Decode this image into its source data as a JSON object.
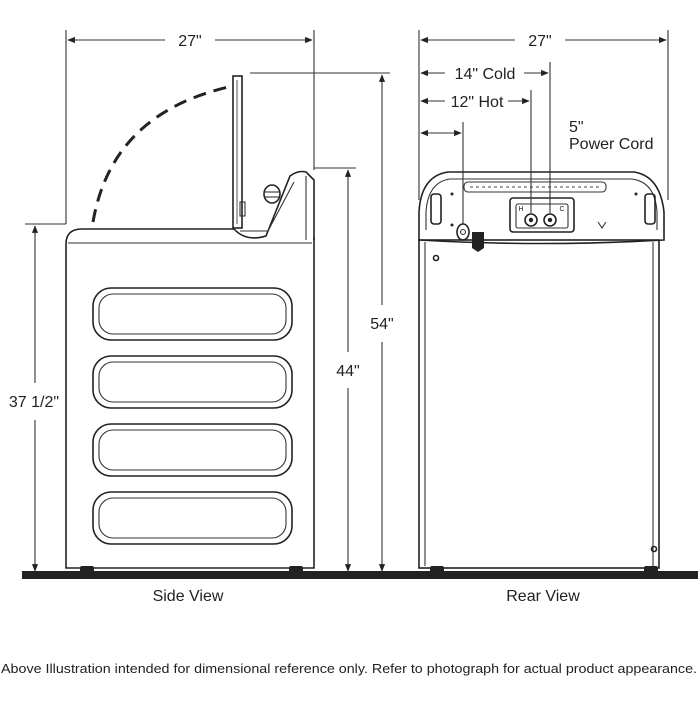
{
  "dimensions": {
    "side_width": "27\"",
    "rear_width": "27\"",
    "cold": "14\" Cold",
    "hot": "12\" Hot",
    "power_cord_line1": "5\"",
    "power_cord_line2": "Power Cord",
    "height_open_lid": "54\"",
    "height_console": "44\"",
    "height_top": "37 1/2\""
  },
  "rear_panel_labels": {
    "hot_port": "H",
    "cold_port": "C"
  },
  "views": {
    "side": "Side View",
    "rear": "Rear View"
  },
  "disclaimer": "Above Illustration intended for dimensional reference only. Refer to photograph for actual product appearance."
}
